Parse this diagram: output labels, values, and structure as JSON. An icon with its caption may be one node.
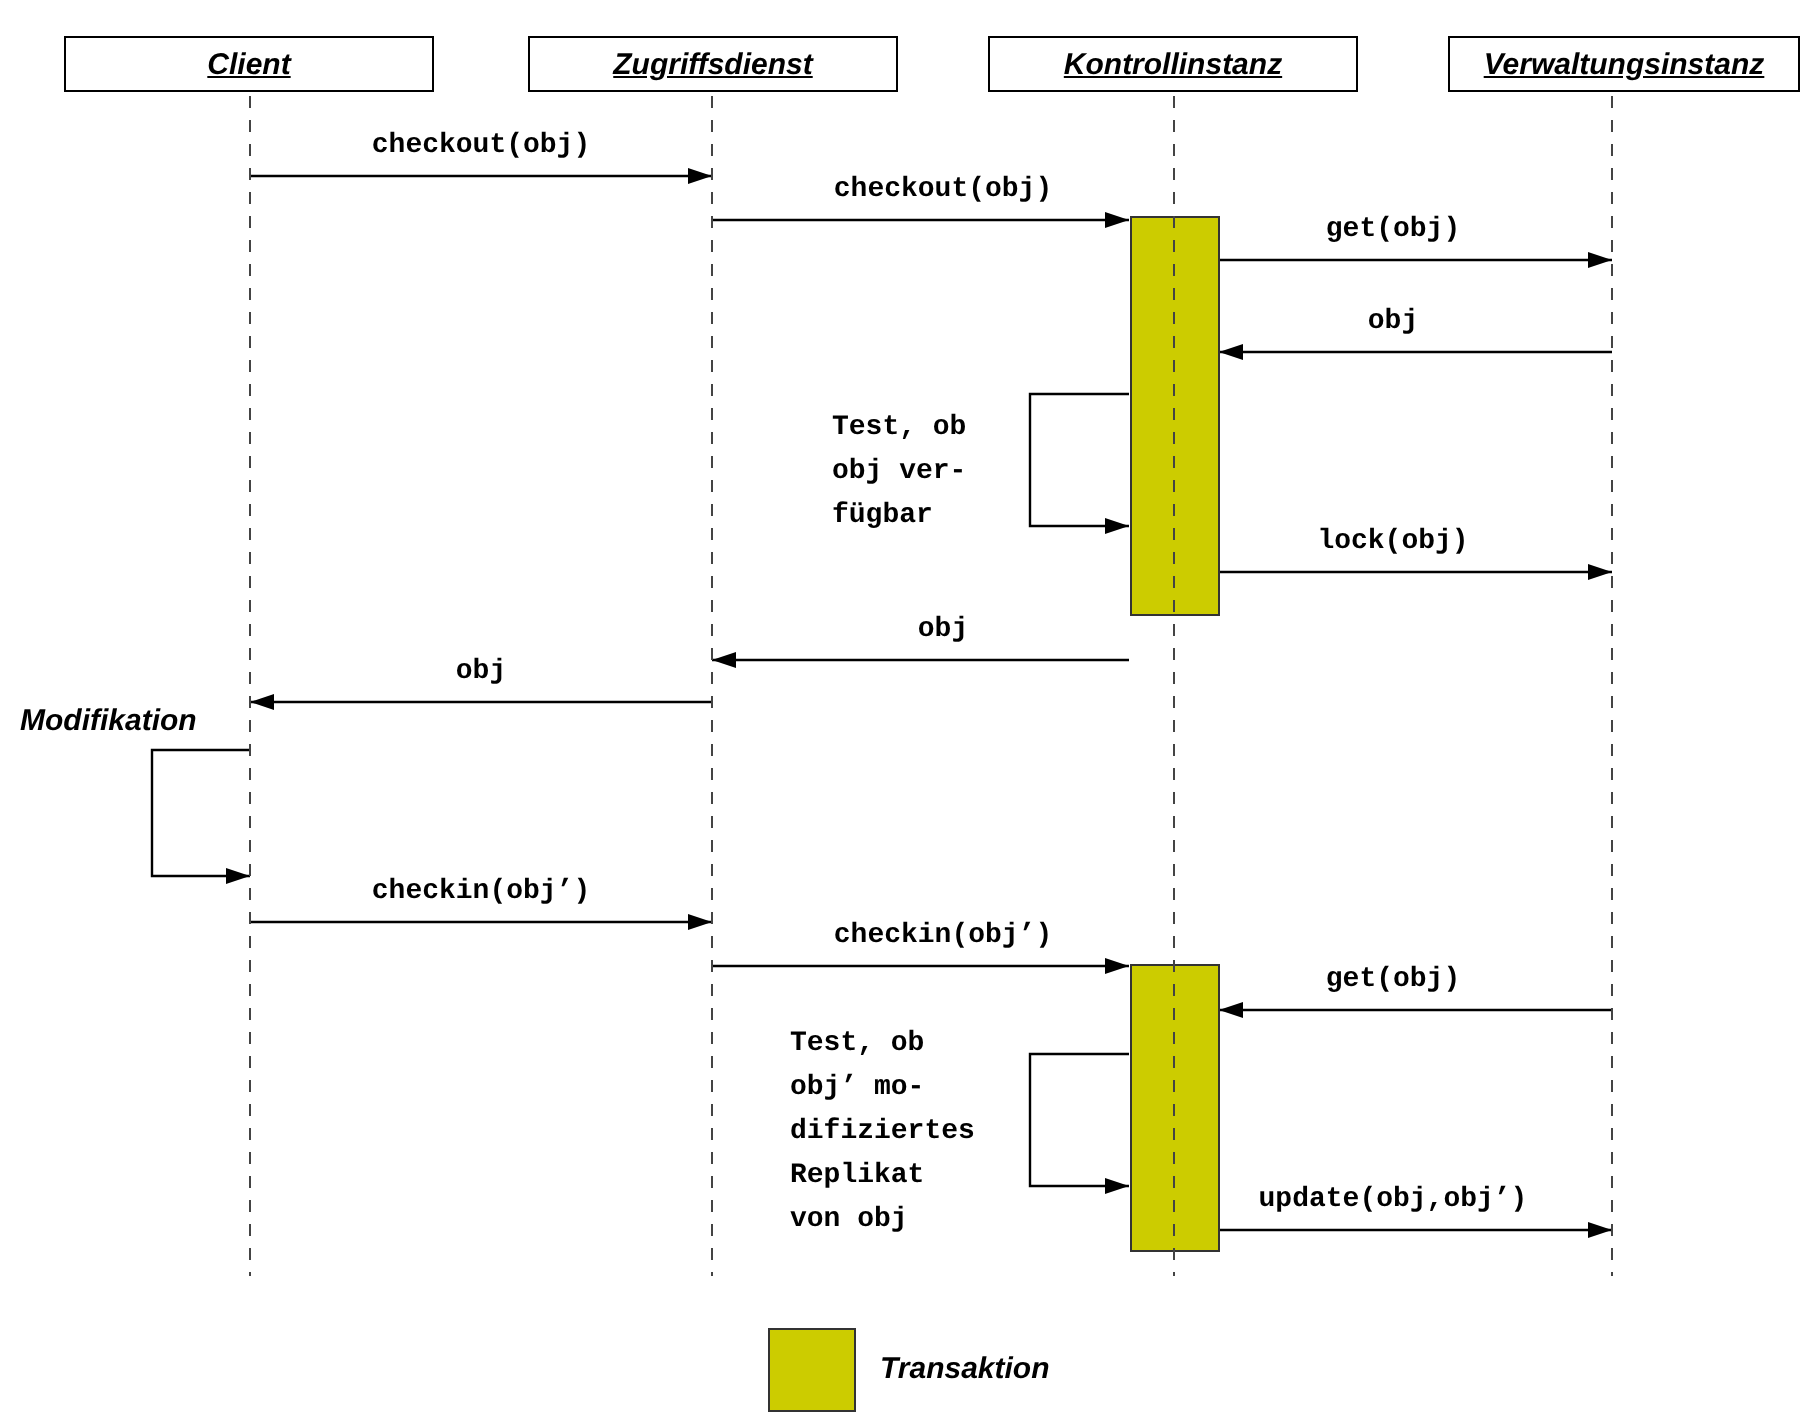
{
  "diagram": {
    "nodes": [
      {
        "text": [
          "Client"
        ]
      },
      {
        "text": [
          "Zugriffsdienst"
        ]
      },
      {
        "text": [
          "Kontrollinstanz"
        ]
      },
      {
        "text": [
          "Verwaltungsinstanz"
        ]
      },
      {
        "text": [],
        "shape": "bar",
        "in": 2
      },
      {
        "text": [],
        "shape": "bar",
        "in": 2
      }
    ],
    "edges": [
      {
        "from": 0,
        "to": 1,
        "arrow": "to",
        "label": "checkout(obj)"
      },
      {
        "from": 1,
        "to": 4,
        "arrow": "to",
        "label": "checkout(obj)"
      },
      {
        "from": 4,
        "to": 3,
        "arrow": "to",
        "label": "get(obj)"
      },
      {
        "from": 3,
        "to": 4,
        "arrow": "to",
        "label": "obj"
      },
      {
        "from": 4,
        "to": 4,
        "arrow": "to",
        "label": "Test, ob obj ver- fügbar"
      },
      {
        "from": 4,
        "to": 3,
        "arrow": "to",
        "label": "lock(obj)"
      },
      {
        "from": 4,
        "to": 1,
        "arrow": "to",
        "label": "obj"
      },
      {
        "from": 1,
        "to": 0,
        "arrow": "to",
        "label": "obj"
      },
      {
        "from": 0,
        "to": 0,
        "arrow": "to",
        "label": "Modifikation"
      },
      {
        "from": 0,
        "to": 1,
        "arrow": "to",
        "label": "checkin(obj’)"
      },
      {
        "from": 1,
        "to": 5,
        "arrow": "to",
        "label": "checkin(obj’)"
      },
      {
        "from": 3,
        "to": 5,
        "arrow": "to",
        "label": "get(obj)"
      },
      {
        "from": 5,
        "to": 5,
        "arrow": "to",
        "label": "Test, ob obj’ mo- difiziertes Replikat von obj"
      },
      {
        "from": 5,
        "to": 3,
        "arrow": "to",
        "label": "update(obj,obj’)"
      }
    ],
    "legend": [
      {
        "text": "Transaktion",
        "color": "#cccc00"
      }
    ]
  }
}
